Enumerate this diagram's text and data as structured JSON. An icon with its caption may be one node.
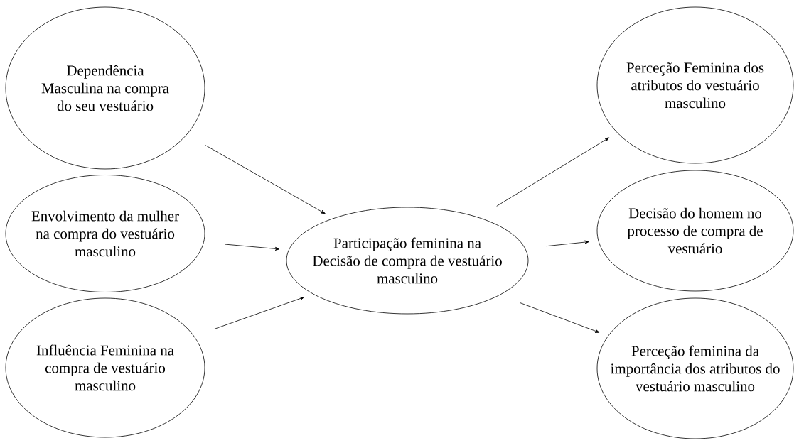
{
  "diagram": {
    "nodes": [
      {
        "text": [
          "Dependência Masculina na compra do seu vestuário"
        ]
      },
      {
        "text": [
          "Envolvimento da mulher na compra do vestuário masculino"
        ]
      },
      {
        "text": [
          "Influência Feminina na compra de vestuário masculino"
        ]
      },
      {
        "text": [
          "Participação feminina na Decisão de compra de vestuário masculino"
        ]
      },
      {
        "text": [
          "Perceção Feminina dos atributos do vestuário masculino"
        ]
      },
      {
        "text": [
          "Decisão do homem no processo de compra de vestuário"
        ]
      },
      {
        "text": [
          "Perceção feminina da importância dos atributos do vestuário masculino"
        ]
      }
    ],
    "edges": [
      {
        "from": 0,
        "to": 3,
        "arrow": "to"
      },
      {
        "from": 1,
        "to": 3,
        "arrow": "to"
      },
      {
        "from": 2,
        "to": 3,
        "arrow": "to"
      },
      {
        "from": 3,
        "to": 4,
        "arrow": "to"
      },
      {
        "from": 3,
        "to": 5,
        "arrow": "to"
      },
      {
        "from": 3,
        "to": 6,
        "arrow": "to"
      }
    ]
  }
}
